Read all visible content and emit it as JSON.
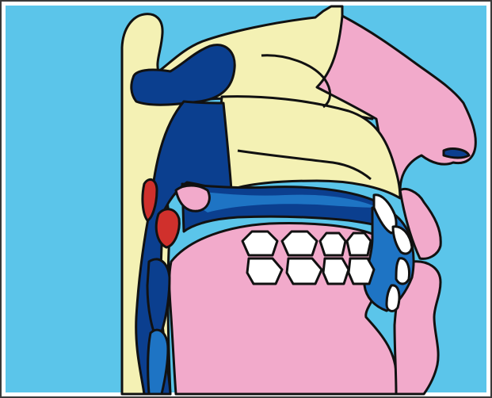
{
  "colors": {
    "frame": "#3a3a3a",
    "background": "#5bc5ea",
    "bone_cream": "#f4f1b4",
    "soft_tissue_pink": "#f2aacb",
    "airway_dark_blue": "#0b3f8f",
    "mid_blue": "#1e74c4",
    "tonsil_red": "#d0302c",
    "teeth_white": "#ffffff",
    "outline": "#111111"
  },
  "regions": [
    "nasal-cavity",
    "frontal-sinus",
    "sphenoid-sinus",
    "nasopharynx",
    "hard-palate",
    "soft-palate",
    "tongue",
    "lips",
    "teeth",
    "tonsils",
    "pharynx",
    "nose"
  ]
}
